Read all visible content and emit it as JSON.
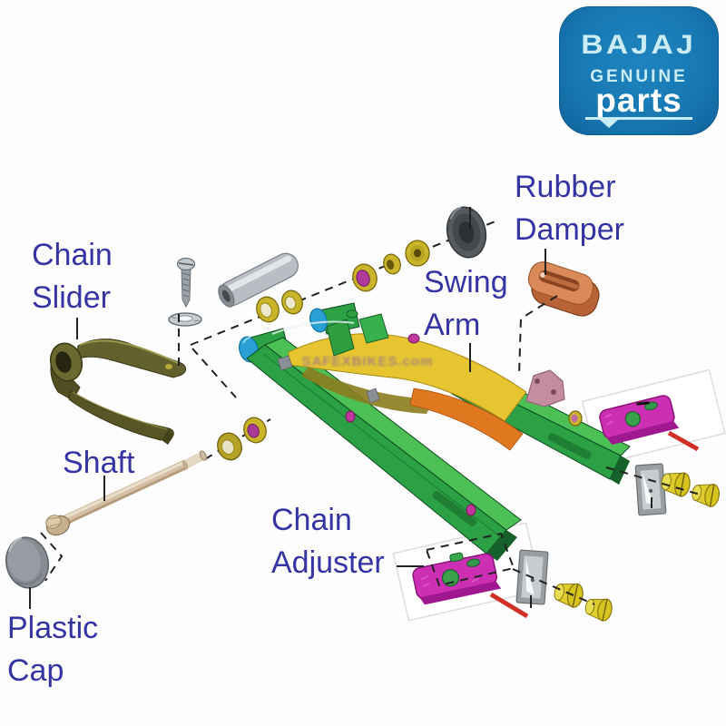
{
  "page": {
    "background": "#fdfdfd"
  },
  "logo": {
    "brand": "BAJAJ",
    "genuine": "GENUINE",
    "parts": "parts",
    "bg": "#1879b3",
    "light": "#c9ecf6",
    "parts_color": "#ffffff"
  },
  "labels": {
    "chain_slider": {
      "line1": "Chain",
      "line2": "Slider"
    },
    "rubber_damper": {
      "line1": "Rubber",
      "line2": "Damper"
    },
    "swing_arm": {
      "line1": "Swing",
      "line2": "Arm"
    },
    "shaft": {
      "line1": "Shaft"
    },
    "chain_adjuster": {
      "line1": "Chain",
      "line2": "Adjuster"
    },
    "plastic_cap": {
      "line1": "Plastic",
      "line2": "Cap"
    }
  },
  "label_color": "#3434a4",
  "watermark": "SAFEXBIKES.com",
  "colors": {
    "arm_green": "#2ba044",
    "arm_green_light": "#4cc054",
    "arm_green_dark": "#16602c",
    "gusset_yellow": "#e6c531",
    "gusset_orange": "#e07820",
    "bearing_gold": "#c9b42a",
    "magenta": "#cc2fb4",
    "red_rod": "#d03028",
    "damper_orange": "#cd7a44",
    "shaft_tan": "#d4bfa4",
    "slider_olive": "#5c5a2c",
    "cap_gray": "#868c92",
    "blue_bushing": "#2aa0d4",
    "nut_gold": "#d8c41e",
    "plate_gray": "#989ea2",
    "seal_gray": "#565b60"
  }
}
